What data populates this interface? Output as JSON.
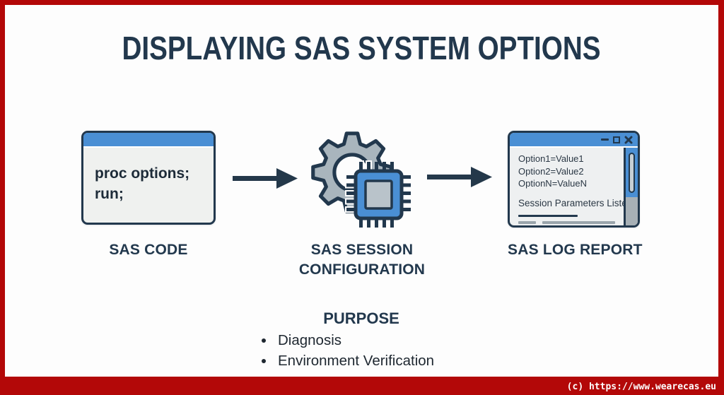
{
  "title": "DISPLAYING SAS SYSTEM OPTIONS",
  "flow": {
    "code_window": {
      "label": "SAS CODE",
      "code_lines": [
        "proc options;",
        "run;"
      ]
    },
    "config": {
      "label_line1": "SAS SESSION",
      "label_line2": "CONFIGURATION",
      "icons": [
        "gear-icon",
        "cpu-chip-icon"
      ]
    },
    "log_window": {
      "label": "SAS LOG REPORT",
      "log_lines": [
        "Option1=Value1",
        "Option2=Value2",
        "OptionN=ValueN"
      ],
      "summary_line": "Session Parameters Listed",
      "window_controls": [
        "minimize-icon",
        "maximize-icon",
        "close-icon"
      ]
    }
  },
  "purpose": {
    "heading": "PURPOSE",
    "items": [
      "Diagnosis",
      "Environment Verification"
    ]
  },
  "footer": {
    "copyright": "(c) https://www.wearecas.eu"
  },
  "colors": {
    "frame_red": "#b30808",
    "navy": "#22384d",
    "blue": "#4a8fd4",
    "panel_gray": "#eff1ef",
    "gear_gray": "#a9b5bd",
    "chip_inner_gray": "#b9c3ca",
    "skeleton_gray": "#9aa4ab"
  }
}
